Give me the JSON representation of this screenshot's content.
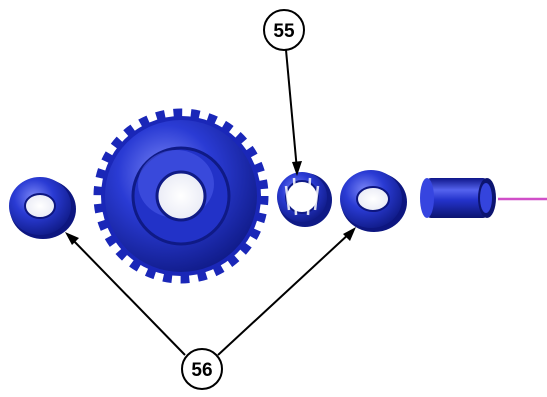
{
  "callouts": {
    "label_55": "55",
    "label_56": "56"
  },
  "parts": [
    {
      "name": "flat-washer-left",
      "callout": "56"
    },
    {
      "name": "spur-gear",
      "callout": ""
    },
    {
      "name": "needle-bearing",
      "callout": "55"
    },
    {
      "name": "flat-washer-right",
      "callout": "56"
    },
    {
      "name": "bushing-sleeve",
      "callout": ""
    }
  ],
  "colors": {
    "part_blue": "#2233cc",
    "part_blue_dark": "#0d1680",
    "part_blue_light": "#6f7cf2",
    "leader_line": "#000000",
    "shaft_line": "#d04fc8",
    "background": "#ffffff"
  }
}
